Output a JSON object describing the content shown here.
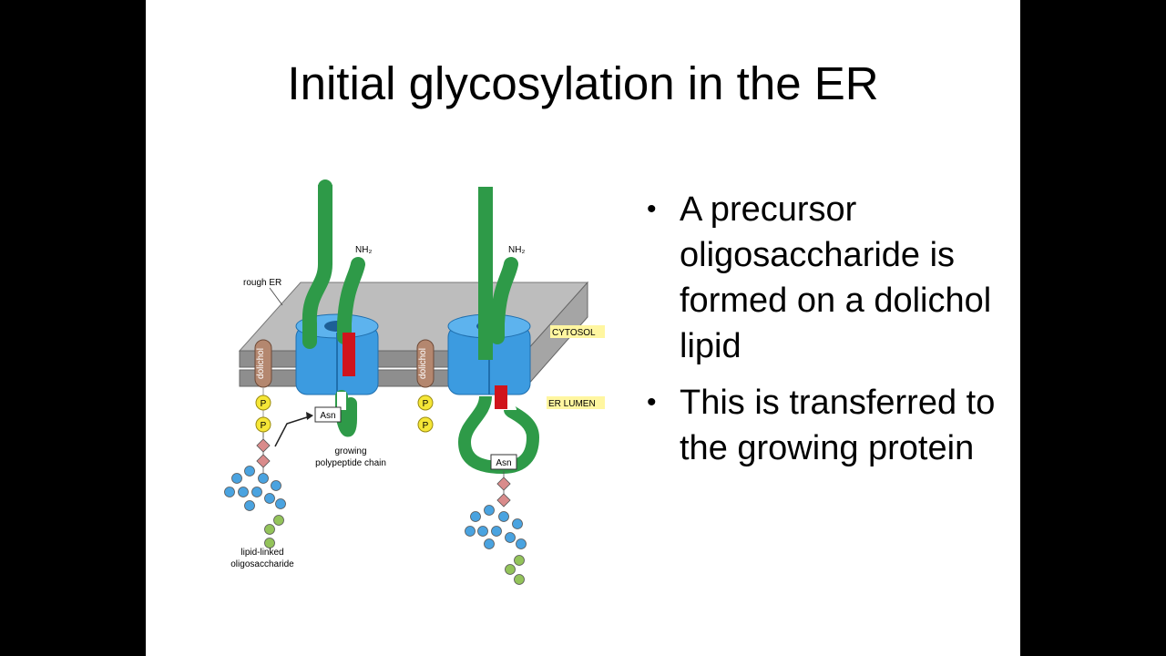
{
  "slide": {
    "title": "Initial glycosylation in the ER",
    "bullets": [
      "A precursor oligosaccharide is formed on a dolichol lipid",
      "This is transferred to the growing protein"
    ]
  },
  "diagram": {
    "labels": {
      "rough_er": "rough ER",
      "nh2_left": "NH₂",
      "nh2_right": "NH₂",
      "cytosol": "CYTOSOL",
      "er_lumen": "ER LUMEN",
      "dolichol_left": "dolichol",
      "dolichol_right": "dolichol",
      "phosphate": "P",
      "asn_left": "Asn",
      "asn_right": "Asn",
      "growing_chain_line1": "growing",
      "growing_chain_line2": "polypeptide chain",
      "lipid_linked_line1": "lipid-linked",
      "lipid_linked_line2": "oligosaccharide"
    },
    "colors": {
      "membrane_top": "#b9b9b9",
      "membrane_band": "#8f8f8f",
      "translocon": "#3c9be0",
      "polypeptide": "#2e9a48",
      "signal_peptide": "#d0141c",
      "phosphate": "#f5e637",
      "glcnac": "#d98b8b",
      "mannose": "#4aa3e0",
      "glucose": "#93c35a",
      "label_highlight": "#fff6a0"
    }
  }
}
